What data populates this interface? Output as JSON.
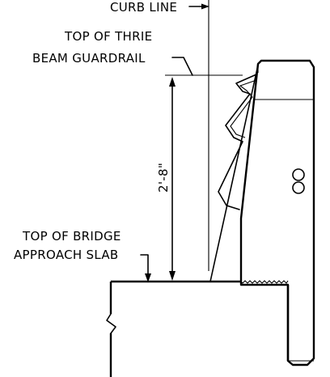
{
  "labels": {
    "curb_line": "CURB LINE",
    "top_of_thrie_line1": "TOP OF THRIE",
    "top_of_thrie_line2": "BEAM GUARDRAIL",
    "top_of_bridge_line1": "TOP OF BRIDGE",
    "top_of_bridge_line2": "APPROACH SLAB",
    "dimension": "2'-8\""
  }
}
